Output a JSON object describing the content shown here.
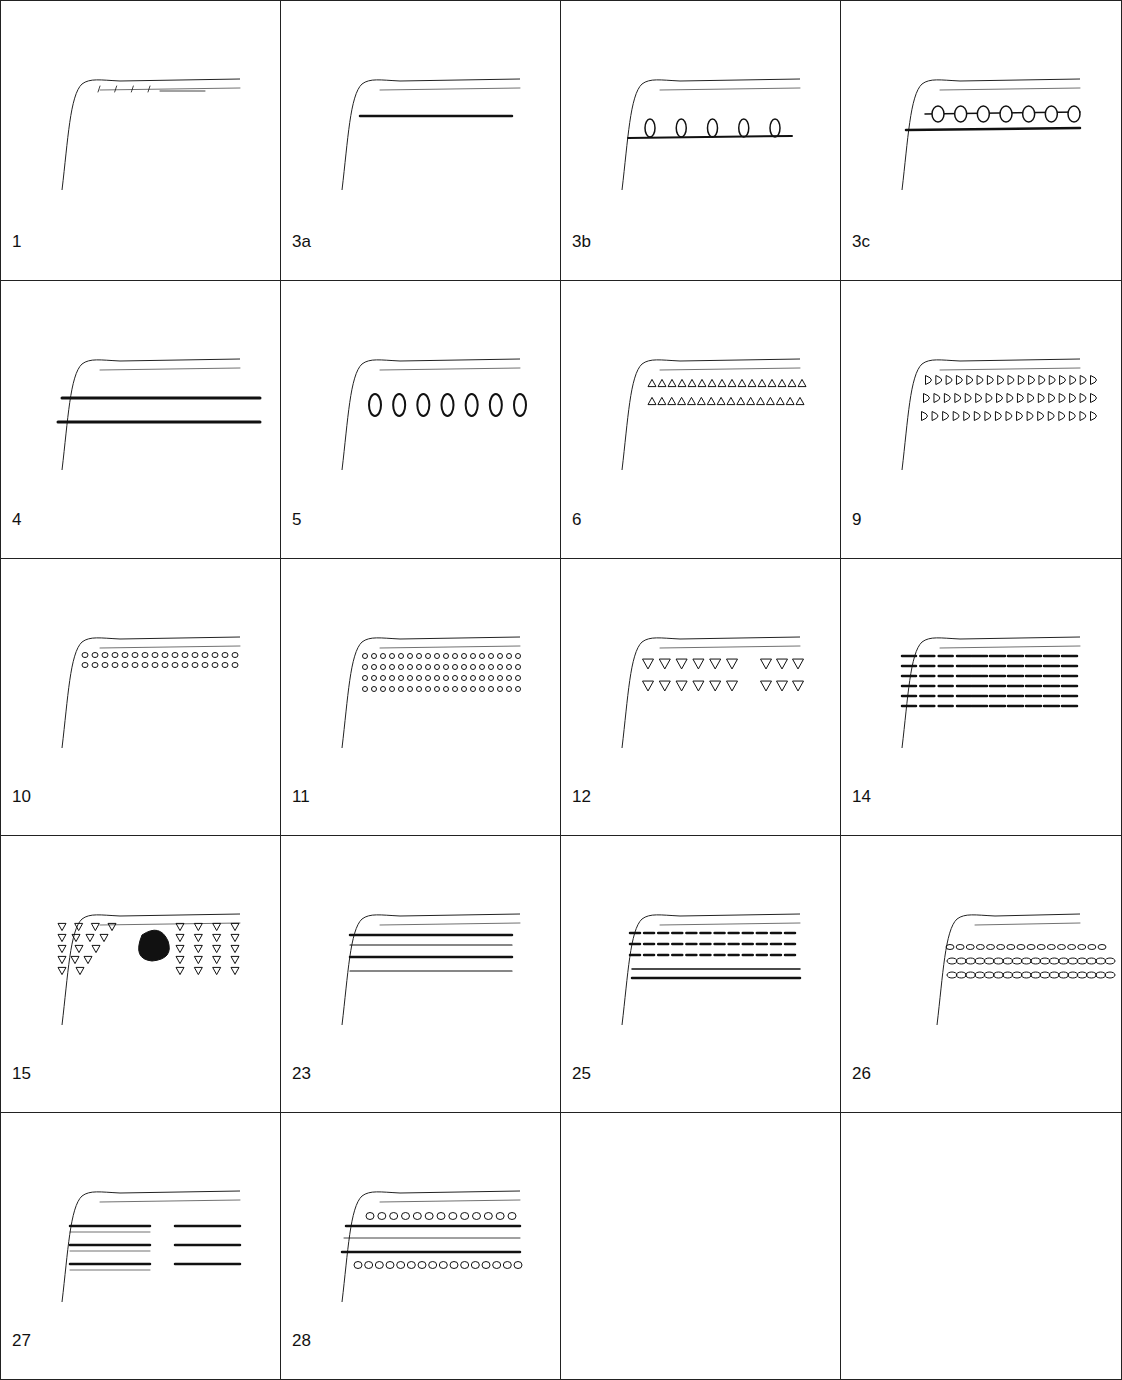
{
  "diagram": {
    "labels": [
      "1",
      "3a",
      "3b",
      "3c",
      "4",
      "5",
      "6",
      "9",
      "10",
      "11",
      "12",
      "14",
      "15",
      "23",
      "25",
      "26",
      "27",
      "28"
    ]
  }
}
